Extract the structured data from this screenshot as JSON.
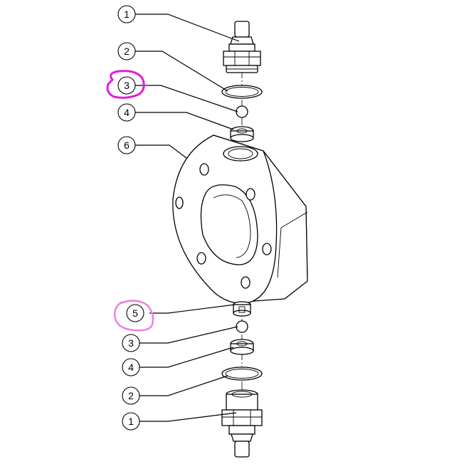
{
  "callouts": [
    {
      "id": "callout-1-top",
      "label": "1"
    },
    {
      "id": "callout-2-top",
      "label": "2"
    },
    {
      "id": "callout-3-top",
      "label": "3",
      "highlight": true
    },
    {
      "id": "callout-4-top",
      "label": "4"
    },
    {
      "id": "callout-6",
      "label": "6"
    },
    {
      "id": "callout-5",
      "label": "5",
      "highlight": true
    },
    {
      "id": "callout-3-bottom",
      "label": "3"
    },
    {
      "id": "callout-4-bottom",
      "label": "4"
    },
    {
      "id": "callout-2-bottom",
      "label": "2"
    },
    {
      "id": "callout-1-bottom",
      "label": "1"
    }
  ],
  "colors": {
    "line": "#000000",
    "highlight_magenta": "#e020d8",
    "highlight_pink": "#f080e0"
  }
}
